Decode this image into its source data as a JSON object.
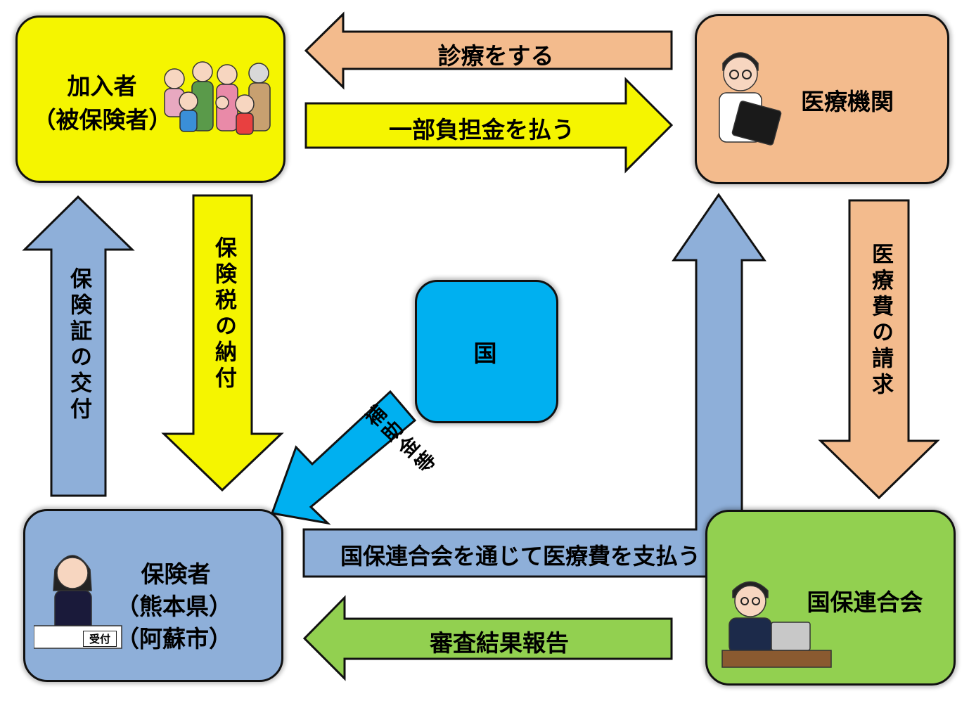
{
  "nodes": {
    "member": {
      "line1": "加入者",
      "line2": "（被保険者）",
      "color": "#f5f500"
    },
    "medical": {
      "label": "医療機関",
      "color": "#f3bb8d"
    },
    "insurer": {
      "line1": "保険者",
      "line2": "（熊本県）",
      "line3": "（阿蘇市）",
      "color": "#8eafd9"
    },
    "federation": {
      "label": "国保連合会",
      "color": "#92d050"
    },
    "nation": {
      "label": "国",
      "color": "#00b0f0"
    }
  },
  "arrows": {
    "treatment": "診療をする",
    "copay": "一部負担金を払う",
    "card": "保険証の交付",
    "tax": "保険税の納付",
    "claim": "医療費の請求",
    "subsidy": "補助金等",
    "payment": "国保連合会を通じて医療費を支払う",
    "review": "審査結果報告"
  },
  "icons": {
    "family": "family-illustration-icon",
    "doctor": "doctor-with-tablet-icon",
    "receptionist": "receptionist-icon",
    "clerk": "clerk-at-laptop-icon",
    "reception_sign": "受付"
  }
}
